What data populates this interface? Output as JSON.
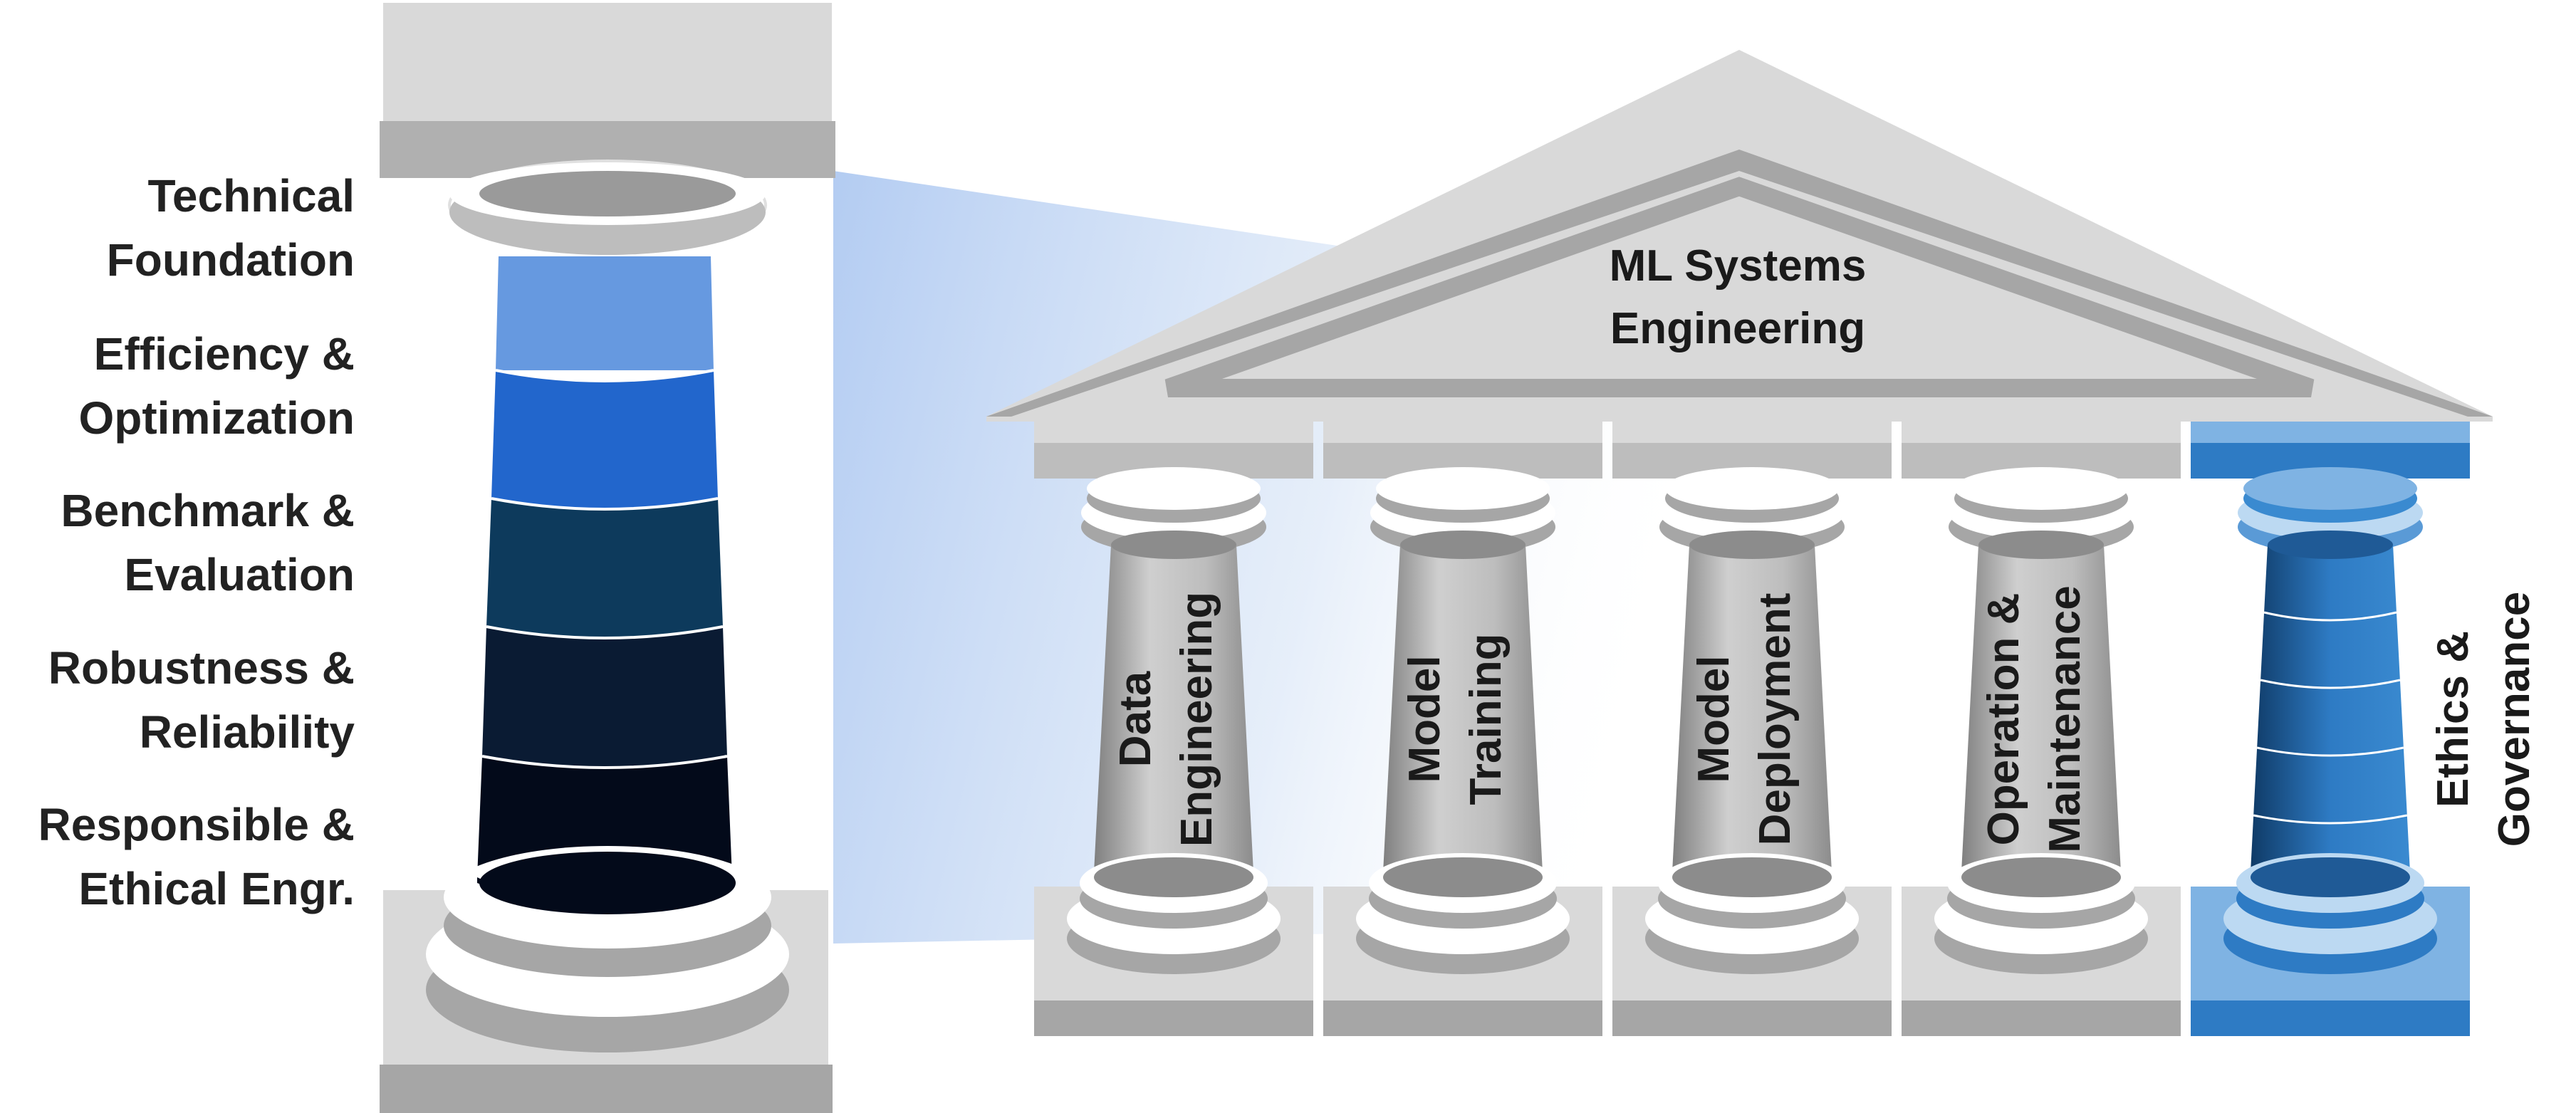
{
  "roof": {
    "line1": "ML Systems",
    "line2": "Engineering"
  },
  "pillar_layers": [
    {
      "line1": "Technical",
      "line2": "Foundation",
      "color": "#6699e0"
    },
    {
      "line1": "Efficiency &",
      "line2": "Optimization",
      "color": "#2266cc"
    },
    {
      "line1": "Benchmark &",
      "line2": "Evaluation",
      "color": "#0d3a5c"
    },
    {
      "line1": "Robustness &",
      "line2": "Reliability",
      "color": "#0a1b33"
    },
    {
      "line1": "Responsible &",
      "line2": "Ethical Engr.",
      "color": "#030a1a"
    }
  ],
  "temple_pillars": [
    {
      "line1": "Data",
      "line2": "Engineering"
    },
    {
      "line1": "Model",
      "line2": "Training"
    },
    {
      "line1": "Model",
      "line2": "Deployment"
    },
    {
      "line1": "Operation &",
      "line2": "Maintenance"
    },
    {
      "line1": "Ethics &",
      "line2": "Governance"
    }
  ],
  "colors": {
    "stone_light": "#d9d9d9",
    "stone_mid": "#bdbdbd",
    "stone_dark": "#a6a6a6",
    "highlight_pillar": "#2e7bc4",
    "highlight_light": "#7fb3e3",
    "highlight_dark": "#1f5a96"
  }
}
